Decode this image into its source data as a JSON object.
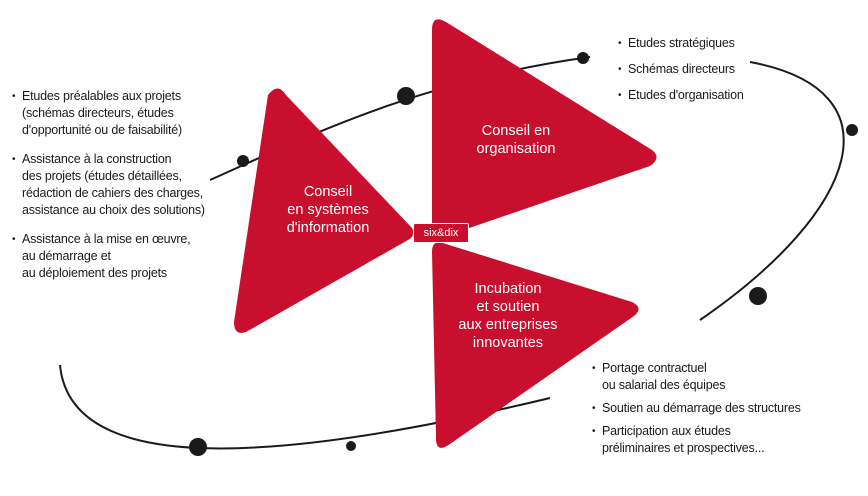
{
  "colors": {
    "accent": "#c8102e",
    "line": "#1a1a1a",
    "text": "#1a1a1a"
  },
  "triangles": {
    "systemes": {
      "lines": [
        "Conseil",
        "en systèmes",
        "d'information"
      ]
    },
    "organisation": {
      "lines": [
        "Conseil en",
        "organisation"
      ]
    },
    "incubation": {
      "lines": [
        "Incubation",
        "et soutien",
        "aux entreprises",
        "innovantes"
      ]
    }
  },
  "logo": {
    "text": "six&dix"
  },
  "lists": {
    "left": [
      {
        "lines": [
          "Etudes préalables aux projets",
          "(schémas directeurs, études",
          "d'opportunité ou de faisabilité)"
        ]
      },
      {
        "lines": [
          "Assistance à la construction",
          "des projets (études détaillées,",
          "rédaction de cahiers des charges,",
          "assistance au choix des solutions)"
        ]
      },
      {
        "lines": [
          "Assistance à la mise en œuvre,",
          "au démarrage et",
          "au déploiement des projets"
        ]
      }
    ],
    "top_right": [
      {
        "lines": [
          "Etudes stratégiques"
        ]
      },
      {
        "lines": [
          "Schémas directeurs"
        ]
      },
      {
        "lines": [
          "Etudes d'organisation"
        ]
      }
    ],
    "bottom_right": [
      {
        "lines": [
          "Portage contractuel",
          "ou salarial des équipes"
        ]
      },
      {
        "lines": [
          "Soutien au démarrage des structures"
        ]
      },
      {
        "lines": [
          "Participation aux études",
          "préliminaires et prospectives..."
        ]
      }
    ]
  }
}
